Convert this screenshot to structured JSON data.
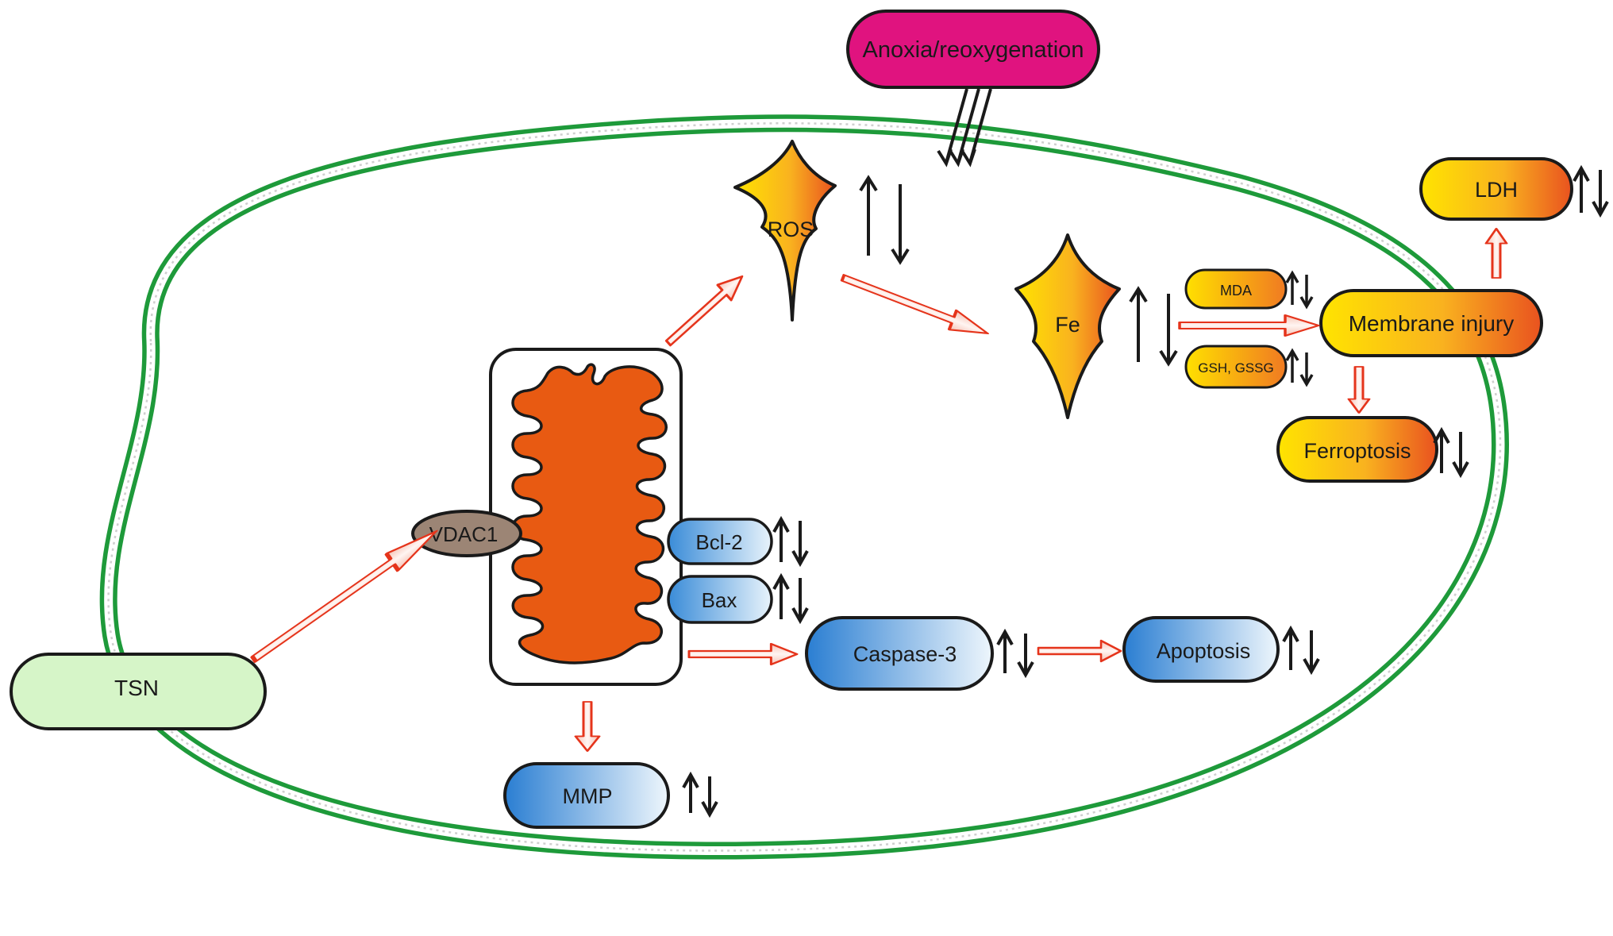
{
  "nodes": {
    "stimulus": "Anoxia/reoxygenation",
    "ros": "ROS",
    "fe": "Fe",
    "mda": "MDA",
    "gsh": "GSH, GSSG",
    "membrane": "Membrane injury",
    "ldh": "LDH",
    "ferroptosis": "Ferroptosis",
    "vdac1": "VDAC1",
    "bcl2": "Bcl-2",
    "bax": "Bax",
    "caspase3": "Caspase-3",
    "apoptosis": "Apoptosis",
    "mmp": "MMP",
    "tsn": "TSN"
  },
  "colors": {
    "membrane_green": "#1e9a3a",
    "stimulus_magenta": "#e0137f",
    "mito_orange": "#e85a12",
    "arrow_red": "#e5341b",
    "tsn_green": "#d6f5c8",
    "vdac1_brown": "#9c8575",
    "blue": "#2a7ed2",
    "yellow": "#ffe000",
    "orange": "#f07a22"
  },
  "icons": {
    "updown": "up-down-arrows-icon",
    "inhibition": "triple-down-arrows-icon"
  }
}
